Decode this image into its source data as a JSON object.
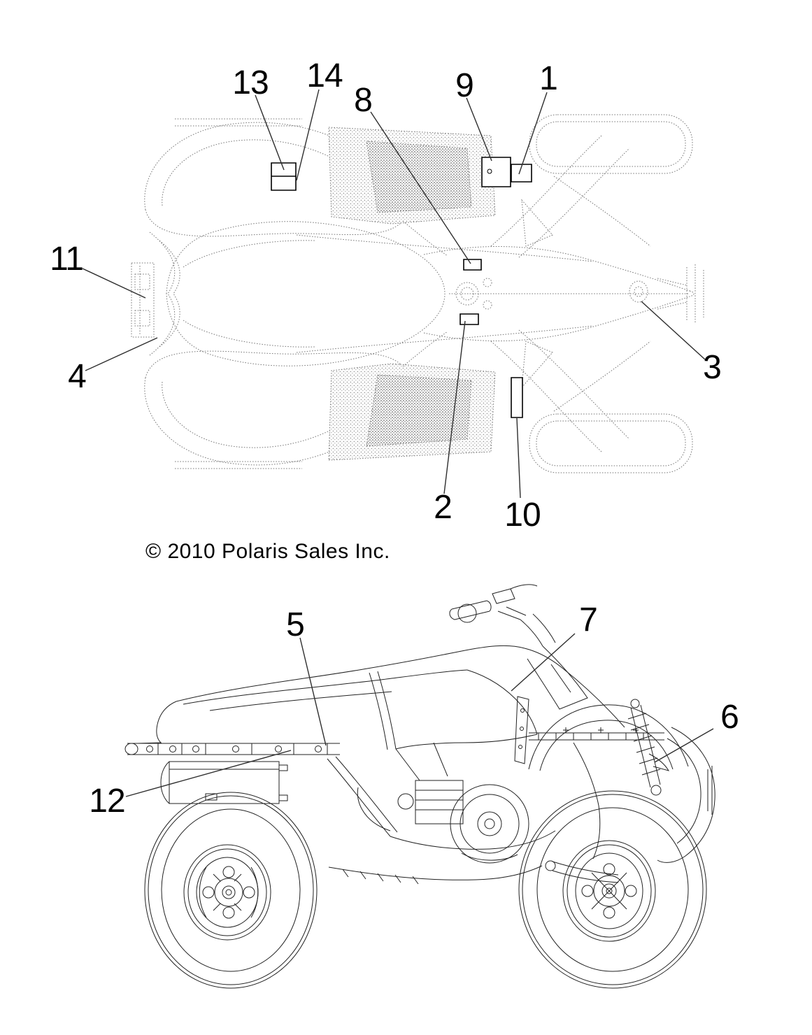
{
  "copyright": "© 2010 Polaris Sales Inc.",
  "callouts": {
    "top_view": {
      "c1": "1",
      "c2": "2",
      "c3": "3",
      "c4": "4",
      "c8": "8",
      "c9": "9",
      "c10": "10",
      "c11": "11",
      "c13": "13",
      "c14": "14"
    },
    "side_view": {
      "c5": "5",
      "c6": "6",
      "c7": "7",
      "c12": "12"
    }
  }
}
